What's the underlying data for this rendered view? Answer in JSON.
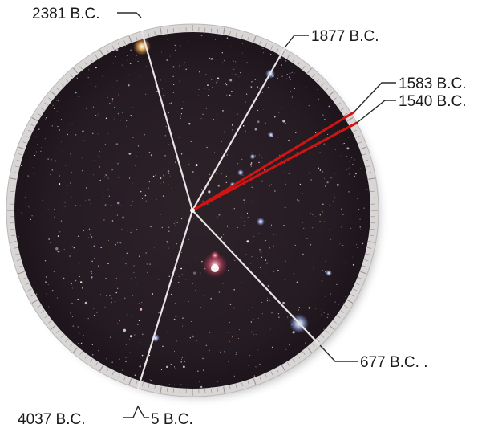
{
  "labels": {
    "l2381": "2381 B.C.",
    "l1877": "1877 B.C.",
    "l1583": "1583 B.C.",
    "l1540": "1540 B.C.",
    "l677": "677 B.C. .",
    "l4037": "4037 B.C.",
    "l5": "5 B.C."
  },
  "colors": {
    "sky": "#251b22",
    "ring": "#d9d6d6",
    "white_line": "#e8e4e4",
    "red_line": "#d01414"
  }
}
